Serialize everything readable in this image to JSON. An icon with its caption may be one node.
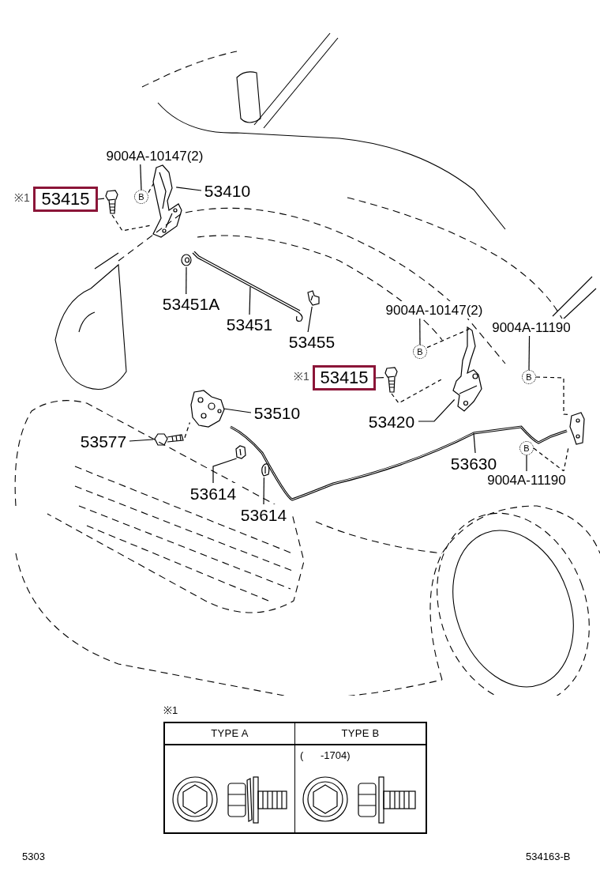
{
  "diagram": {
    "nodes": [
      {
        "text": [
          "9004A-10147(2)"
        ]
      },
      {
        "text": [
          "B"
        ]
      },
      {
        "text": [
          "53415"
        ],
        "beside": [
          "※1"
        ]
      },
      {
        "text": [],
        "shape": "picture"
      },
      {
        "text": [
          "53410"
        ]
      },
      {
        "text": [],
        "shape": "picture"
      },
      {
        "text": [
          "53451A"
        ]
      },
      {
        "text": [],
        "shape": "picture"
      },
      {
        "text": [
          "53451"
        ]
      },
      {
        "text": [],
        "shape": "picture"
      },
      {
        "text": [
          "53455"
        ]
      },
      {
        "text": [],
        "shape": "picture"
      },
      {
        "text": [
          "9004A-10147(2)"
        ]
      },
      {
        "text": [
          "B"
        ]
      },
      {
        "text": [
          "9004A-11190"
        ]
      },
      {
        "text": [
          "B"
        ]
      },
      {
        "text": [
          "53415"
        ],
        "beside": [
          "※1"
        ]
      },
      {
        "text": [],
        "shape": "picture"
      },
      {
        "text": [],
        "shape": "picture"
      },
      {
        "text": [
          "53510"
        ]
      },
      {
        "text": [],
        "shape": "picture"
      },
      {
        "text": [
          "53420"
        ]
      },
      {
        "text": [
          "53577"
        ]
      },
      {
        "text": [],
        "shape": "picture"
      },
      {
        "text": [
          "53630"
        ]
      },
      {
        "text": [
          "9004A-11190"
        ]
      },
      {
        "text": [
          "B"
        ]
      },
      {
        "text": [],
        "shape": "picture"
      },
      {
        "text": [
          "53614"
        ]
      },
      {
        "text": [],
        "shape": "picture"
      },
      {
        "text": [
          "53614"
        ]
      },
      {
        "text": [],
        "shape": "picture"
      }
    ],
    "edges": [
      {
        "from": 0,
        "to": 1,
        "arrow": "none"
      },
      {
        "from": 2,
        "to": 3,
        "arrow": "none"
      },
      {
        "from": 4,
        "to": 5,
        "arrow": "none"
      },
      {
        "from": 6,
        "to": 7,
        "arrow": "none"
      },
      {
        "from": 8,
        "to": 9,
        "arrow": "none"
      },
      {
        "from": 10,
        "to": 11,
        "arrow": "none"
      },
      {
        "from": 12,
        "to": 13,
        "arrow": "none"
      },
      {
        "from": 14,
        "to": 15,
        "arrow": "none"
      },
      {
        "from": 16,
        "to": 17,
        "arrow": "none"
      },
      {
        "from": 19,
        "to": 20,
        "arrow": "none"
      },
      {
        "from": 21,
        "to": 18,
        "arrow": "none"
      },
      {
        "from": 22,
        "to": 23,
        "arrow": "none"
      },
      {
        "from": 24,
        "to": null,
        "arrow": "none"
      },
      {
        "from": 25,
        "to": 26,
        "arrow": "none"
      },
      {
        "from": 28,
        "to": 29,
        "arrow": "none"
      },
      {
        "from": 30,
        "to": 31,
        "arrow": "none"
      },
      {
        "from": 1,
        "to": 5,
        "arrow": "none",
        "style": "dashed"
      },
      {
        "from": 3,
        "to": 5,
        "arrow": "none",
        "style": "dashed"
      },
      {
        "from": 13,
        "to": 18,
        "arrow": "none",
        "style": "dashed"
      },
      {
        "from": 17,
        "to": 18,
        "arrow": "none",
        "style": "dashed"
      },
      {
        "from": 15,
        "to": 27,
        "arrow": "none",
        "style": "dashed"
      },
      {
        "from": 26,
        "to": 27,
        "arrow": "none",
        "style": "dashed"
      },
      {
        "from": 23,
        "to": 20,
        "arrow": "none",
        "style": "dashed"
      }
    ],
    "labels": [
      "※1",
      "TYPE A",
      "TYPE B",
      "(      -1704)",
      "5303",
      "534163-B"
    ]
  }
}
